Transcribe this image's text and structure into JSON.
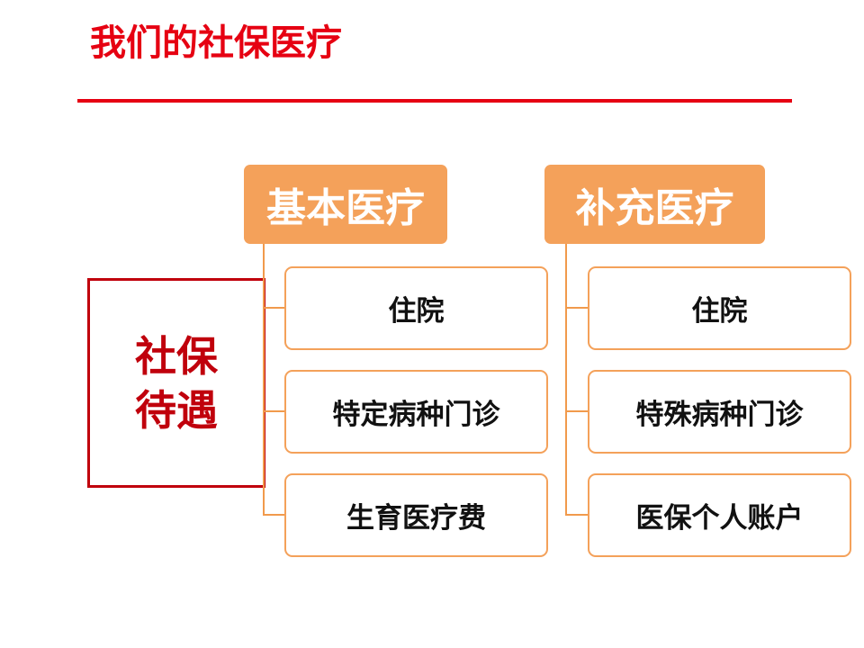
{
  "title": "我们的社保医疗",
  "side_label": "社保待遇",
  "columns": [
    {
      "header": "基本医疗",
      "items": [
        "住院",
        "特定病种门诊",
        "生育医疗费"
      ]
    },
    {
      "header": "补充医疗",
      "items": [
        "住院",
        "特殊病种门诊",
        "医保个人账户"
      ]
    }
  ],
  "colors": {
    "title": "#e60012",
    "side_border": "#c0000c",
    "header_fill": "#f4a15a",
    "item_border": "#f4a15a",
    "connector": "#f19a4c"
  }
}
